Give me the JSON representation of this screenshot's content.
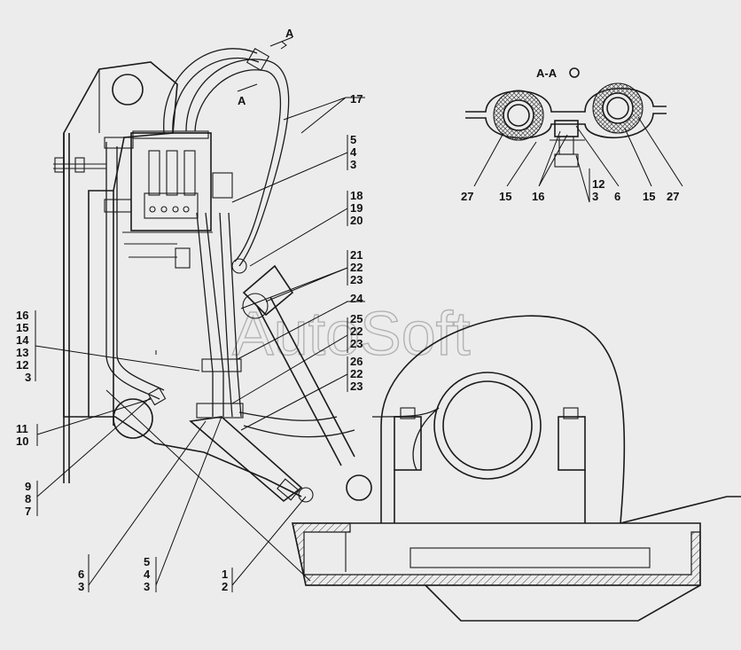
{
  "section": {
    "cut_label_top": "A",
    "cut_label_bottom": "A",
    "view_title": "A-A"
  },
  "watermark": "AutoSoft",
  "callouts": {
    "g_17": [
      "17"
    ],
    "g_5_4_3_top": [
      "5",
      "4",
      "3"
    ],
    "g_18_19_20": [
      "18",
      "19",
      "20"
    ],
    "g_21_22_23": [
      "21",
      "22",
      "23"
    ],
    "g_24": [
      "24"
    ],
    "g_25_22_23": [
      "25",
      "22",
      "23"
    ],
    "g_26_22_23": [
      "26",
      "22",
      "23"
    ],
    "g_16_15_14_13_12_3": [
      "16",
      "15",
      "14",
      "13",
      "12",
      "3"
    ],
    "g_11_10": [
      "11",
      "10"
    ],
    "g_9_8_7": [
      "9",
      "8",
      "7"
    ],
    "g_6_3": [
      "6",
      "3"
    ],
    "g_5_4_3_bottom": [
      "5",
      "4",
      "3"
    ],
    "g_1_2": [
      "1",
      "2"
    ],
    "sec_27_left": [
      "27"
    ],
    "sec_15_left": [
      "15"
    ],
    "sec_16": [
      "16"
    ],
    "sec_12_3": [
      "12",
      "3"
    ],
    "sec_6": [
      "6"
    ],
    "sec_15_right": [
      "15"
    ],
    "sec_27_right": [
      "27"
    ]
  }
}
